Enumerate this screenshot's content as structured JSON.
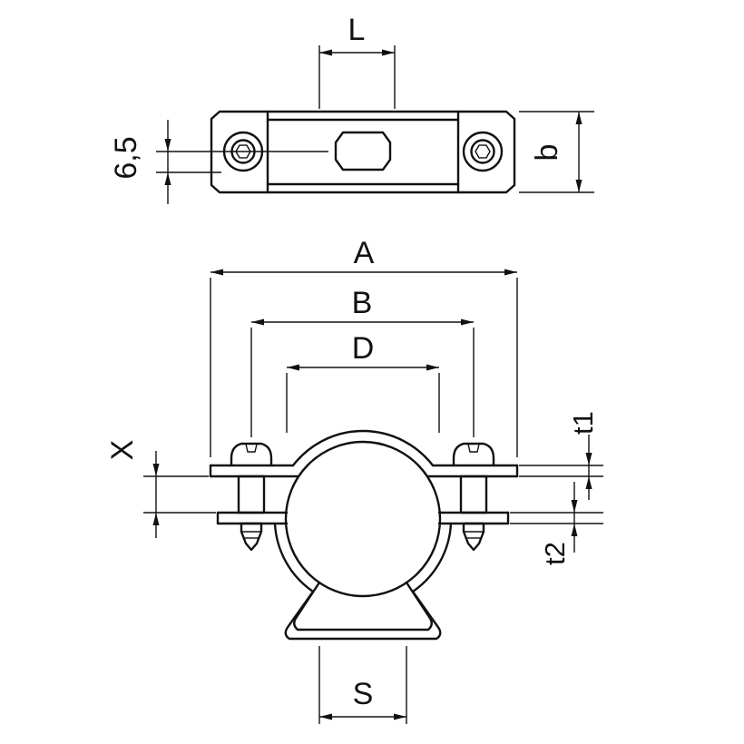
{
  "drawing": {
    "description": "Technical line drawing of a pipe clamp: top view (above) and front view (below) with dimension labels",
    "background_color": "#ffffff",
    "line_color": "#111111",
    "views": {
      "top_view": {
        "name": "top-view",
        "dimensions": {
          "slot_length_label": "L",
          "offset_label": "6,5",
          "width_label": "b"
        }
      },
      "front_view": {
        "name": "front-view",
        "dimensions": {
          "overall_width_label": "A",
          "bolt_spacing_label": "B",
          "clamp_diameter_label": "D",
          "clearance_label": "X",
          "band_thickness_label": "t1",
          "base_thickness_label": "t2",
          "base_width_label": "S"
        }
      }
    }
  }
}
